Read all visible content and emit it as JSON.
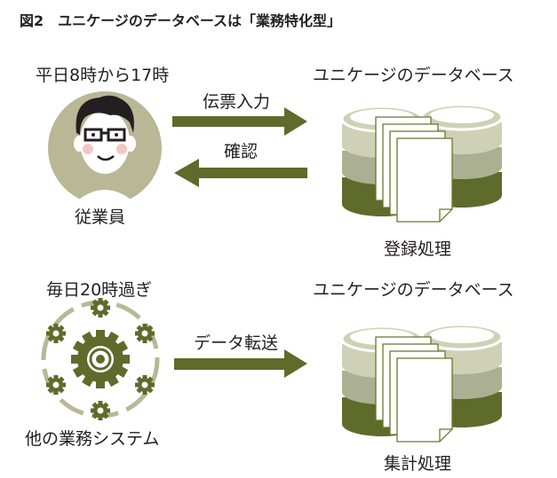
{
  "figure": {
    "title": "図2　ユニケージのデータベースは「業務特化型」"
  },
  "top_flow": {
    "actor_time": "平日8時から17時",
    "actor_label": "従業員",
    "arrow_in_label": "伝票入力",
    "arrow_out_label": "確認",
    "db_title": "ユニケージのデータベース",
    "db_caption": "登録処理"
  },
  "bottom_flow": {
    "source_time": "毎日20時過ぎ",
    "source_label": "他の業務システム",
    "arrow_label": "データ転送",
    "db_title": "ユニケージのデータベース",
    "db_caption": "集計処理"
  },
  "colors": {
    "olive": "#5e6b2b",
    "disk_light": "#cfd1b6",
    "disk_mid": "#aab091",
    "face_bg": "#b9b796",
    "gear_ring": "#b9b796"
  },
  "icons": {
    "person": "person-avatar-icon",
    "gears": "gears-icon",
    "database": "database-icon",
    "documents": "document-stack-icon"
  }
}
